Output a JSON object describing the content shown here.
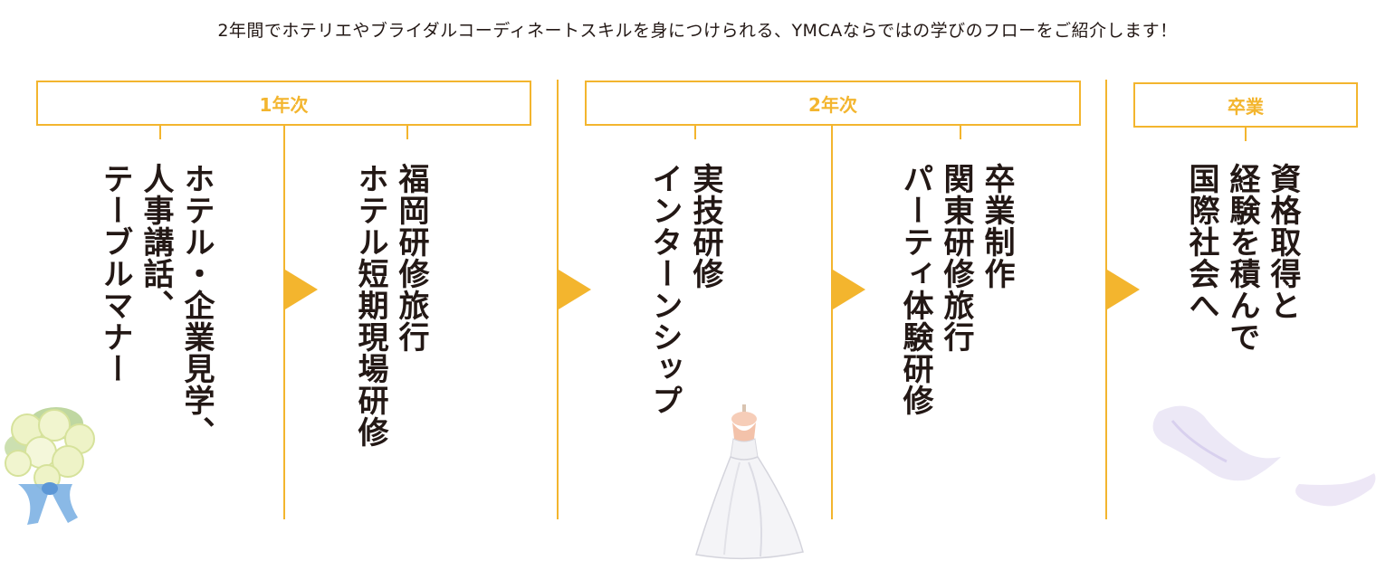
{
  "intro": "2年間でホテリエやブライダルコーディネートスキルを身につけられる、YMCAならではの学びのフローをご紹介します！",
  "stages": {
    "year1": "1年次",
    "year2": "2年次",
    "graduation": "卒業"
  },
  "steps": [
    {
      "text": "ホテル・企業見学、\n人事講話、\nテーブルマナー"
    },
    {
      "text": "福岡研修旅行\nホテル短期現場研修"
    },
    {
      "text": "実技研修\nインターンシップ"
    },
    {
      "text": "卒業制作\n関東研修旅行\nパーティ体験研修"
    },
    {
      "text": "資格取得と\n経験を積んで\n国際社会へ"
    }
  ],
  "colors": {
    "accent": "#f3b52e",
    "text": "#231815"
  }
}
